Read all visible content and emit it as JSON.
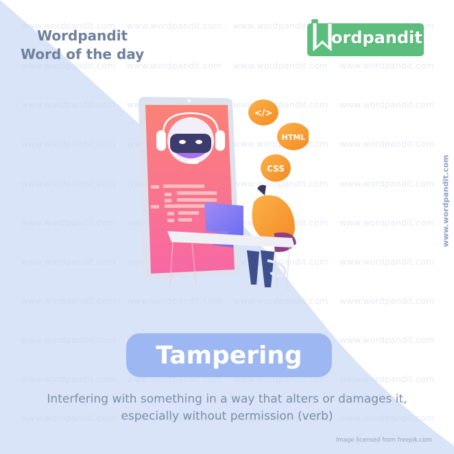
{
  "header": {
    "brand_name": "Wordpandit",
    "tagline": "Word of the day"
  },
  "logo": {
    "text": "ordpandit",
    "initial_icon": "bookmark-w-icon",
    "color": "#5cbe7d"
  },
  "illustration": {
    "badges": [
      "</>",
      "HTML",
      "CSS"
    ],
    "description": "person at desk with computer in front of large phone showing robot"
  },
  "word": {
    "term": "Tampering",
    "pill_color": "#9db7f2"
  },
  "definition": {
    "line1": "Interfering with something in a way that alters or damages it,",
    "line2": "especially without permission (verb)"
  },
  "side_url": "www.wordpandit.com",
  "watermark_text": "www.wordpandit.com",
  "credit": "Image licensed from freepik.com",
  "colors": {
    "background_blue": "#d9e4f8",
    "text_gray_blue": "#6f809c",
    "orange": "#f7a035",
    "phone_pink": "#f97a8d"
  }
}
